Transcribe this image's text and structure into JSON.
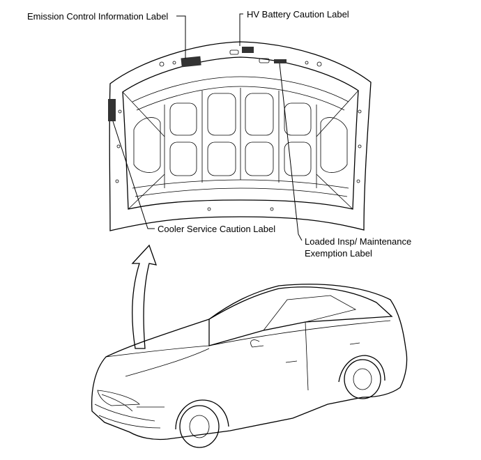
{
  "labels": {
    "emission": "Emission Control Information Label",
    "hv_battery": "HV Battery Caution Label",
    "cooler": "Cooler Service Caution Label",
    "loaded_line1": "Loaded Insp/ Maintenance",
    "loaded_line2": "Exemption Label"
  },
  "colors": {
    "line": "#000000",
    "label_fill": "#333333",
    "background": "#ffffff"
  }
}
